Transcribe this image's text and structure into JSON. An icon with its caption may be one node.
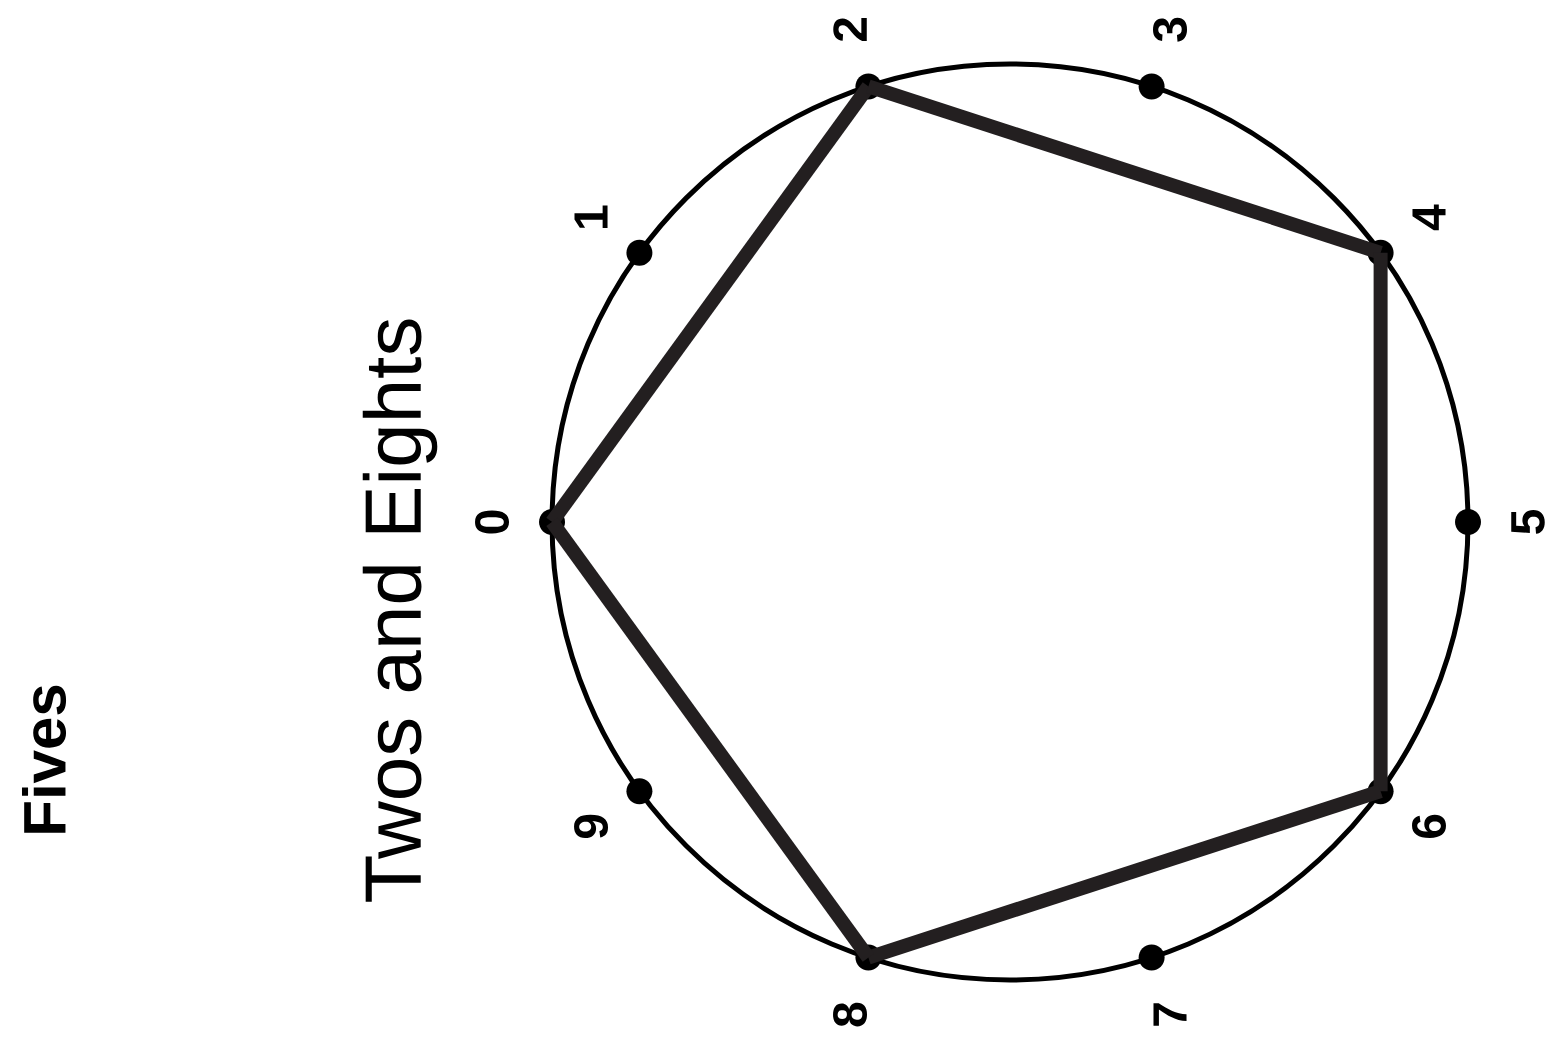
{
  "diagram": {
    "title": "Twos and Eights",
    "nodes": [
      {
        "text": [],
        "shape": "circle",
        "beside": [
          "0"
        ]
      },
      {
        "text": [],
        "shape": "circle",
        "beside": [
          "1"
        ]
      },
      {
        "text": [],
        "shape": "circle",
        "beside": [
          "2"
        ]
      },
      {
        "text": [],
        "shape": "circle",
        "beside": [
          "3"
        ]
      },
      {
        "text": [],
        "shape": "circle",
        "beside": [
          "4"
        ]
      },
      {
        "text": [],
        "shape": "circle",
        "beside": [
          "5"
        ]
      },
      {
        "text": [],
        "shape": "circle",
        "beside": [
          "6"
        ]
      },
      {
        "text": [],
        "shape": "circle",
        "beside": [
          "7"
        ]
      },
      {
        "text": [],
        "shape": "circle",
        "beside": [
          "8"
        ]
      },
      {
        "text": [],
        "shape": "circle",
        "beside": [
          "9"
        ]
      }
    ],
    "edges": [
      {
        "from": 0,
        "to": 2,
        "arrow": "none"
      },
      {
        "from": 2,
        "to": 4,
        "arrow": "none"
      },
      {
        "from": 4,
        "to": 6,
        "arrow": "none"
      },
      {
        "from": 6,
        "to": 8,
        "arrow": "none"
      },
      {
        "from": 8,
        "to": 0,
        "arrow": "none"
      }
    ],
    "labels": [
      "Fives"
    ]
  }
}
